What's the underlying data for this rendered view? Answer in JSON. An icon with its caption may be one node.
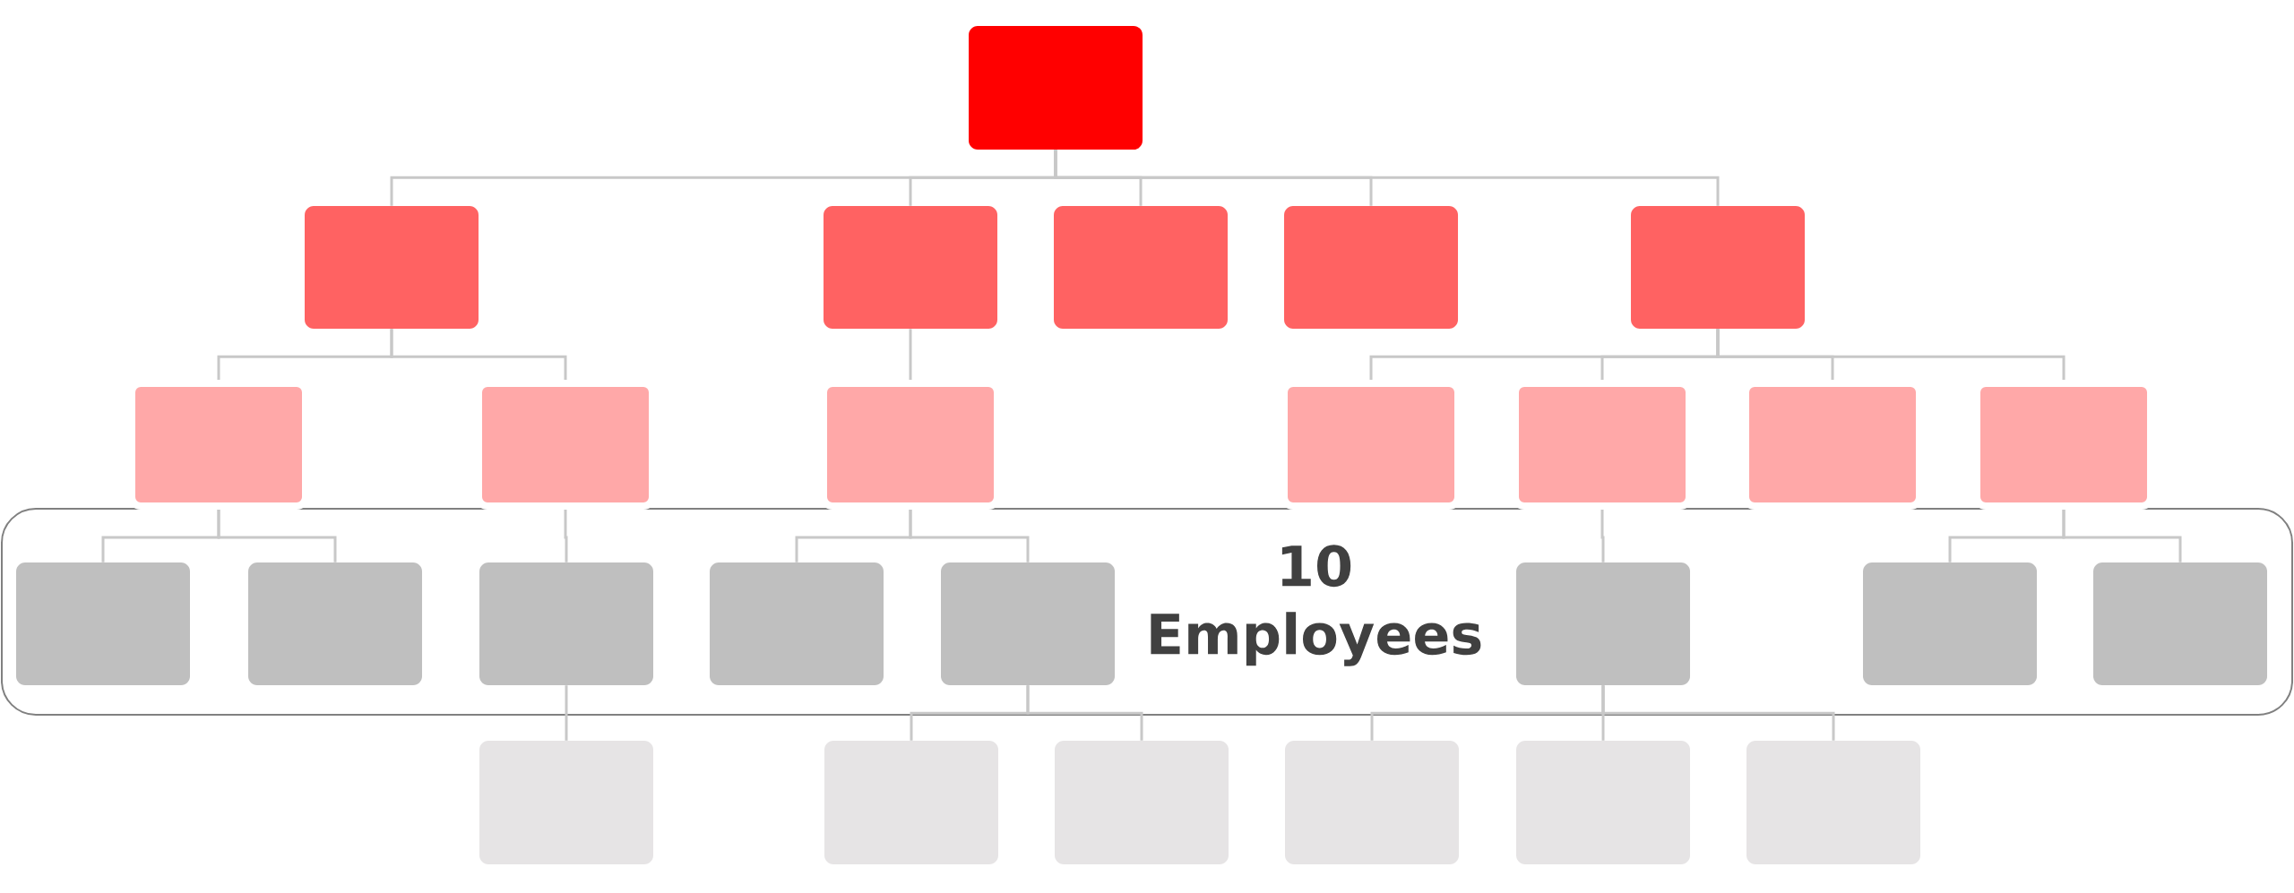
{
  "diagram": {
    "nodes": [
      {
        "text": [],
        "shape": "box"
      },
      {
        "text": [],
        "shape": "box"
      },
      {
        "text": [],
        "shape": "box"
      },
      {
        "text": [],
        "shape": "box"
      },
      {
        "text": [],
        "shape": "box"
      },
      {
        "text": [],
        "shape": "box"
      },
      {
        "text": [],
        "shape": "box"
      },
      {
        "text": [],
        "shape": "box"
      },
      {
        "text": [],
        "shape": "box"
      },
      {
        "text": [],
        "shape": "box"
      },
      {
        "text": [],
        "shape": "box"
      },
      {
        "text": [],
        "shape": "box"
      },
      {
        "text": [],
        "shape": "box"
      },
      {
        "text": [
          "10 Employees"
        ]
      },
      {
        "text": [],
        "shape": "box",
        "in": 13
      },
      {
        "text": [],
        "shape": "box",
        "in": 13
      },
      {
        "text": [],
        "shape": "box",
        "in": 13
      },
      {
        "text": [],
        "shape": "box",
        "in": 13
      },
      {
        "text": [],
        "shape": "box",
        "in": 13
      },
      {
        "text": [],
        "shape": "box",
        "in": 13
      },
      {
        "text": [],
        "shape": "box",
        "in": 13
      },
      {
        "text": [],
        "shape": "box",
        "in": 13
      },
      {
        "text": [],
        "shape": "box"
      },
      {
        "text": [],
        "shape": "box"
      },
      {
        "text": [],
        "shape": "box"
      },
      {
        "text": [],
        "shape": "box"
      },
      {
        "text": [],
        "shape": "box"
      },
      {
        "text": [],
        "shape": "box"
      }
    ],
    "edges": [
      {
        "from": 0,
        "to": 1,
        "arrow": "none"
      },
      {
        "from": 0,
        "to": 2,
        "arrow": "none"
      },
      {
        "from": 0,
        "to": 3,
        "arrow": "none"
      },
      {
        "from": 0,
        "to": 4,
        "arrow": "none"
      },
      {
        "from": 0,
        "to": 5,
        "arrow": "none"
      },
      {
        "from": 1,
        "to": 6,
        "arrow": "none"
      },
      {
        "from": 1,
        "to": 7,
        "arrow": "none"
      },
      {
        "from": 2,
        "to": 8,
        "arrow": "none"
      },
      {
        "from": 5,
        "to": 9,
        "arrow": "none"
      },
      {
        "from": 5,
        "to": 10,
        "arrow": "none"
      },
      {
        "from": 5,
        "to": 11,
        "arrow": "none"
      },
      {
        "from": 5,
        "to": 12,
        "arrow": "none"
      },
      {
        "from": 6,
        "to": 14,
        "arrow": "none"
      },
      {
        "from": 6,
        "to": 15,
        "arrow": "none"
      },
      {
        "from": 7,
        "to": 16,
        "arrow": "none"
      },
      {
        "from": 8,
        "to": 17,
        "arrow": "none"
      },
      {
        "from": 8,
        "to": 18,
        "arrow": "none"
      },
      {
        "from": 10,
        "to": 19,
        "arrow": "none"
      },
      {
        "from": 12,
        "to": 20,
        "arrow": "none"
      },
      {
        "from": 12,
        "to": 21,
        "arrow": "none"
      },
      {
        "from": 16,
        "to": 22,
        "arrow": "none"
      },
      {
        "from": 18,
        "to": 23,
        "arrow": "none"
      },
      {
        "from": 18,
        "to": 24,
        "arrow": "none"
      },
      {
        "from": 19,
        "to": 25,
        "arrow": "none"
      },
      {
        "from": 19,
        "to": 26,
        "arrow": "none"
      },
      {
        "from": 19,
        "to": 27,
        "arrow": "none"
      }
    ]
  }
}
